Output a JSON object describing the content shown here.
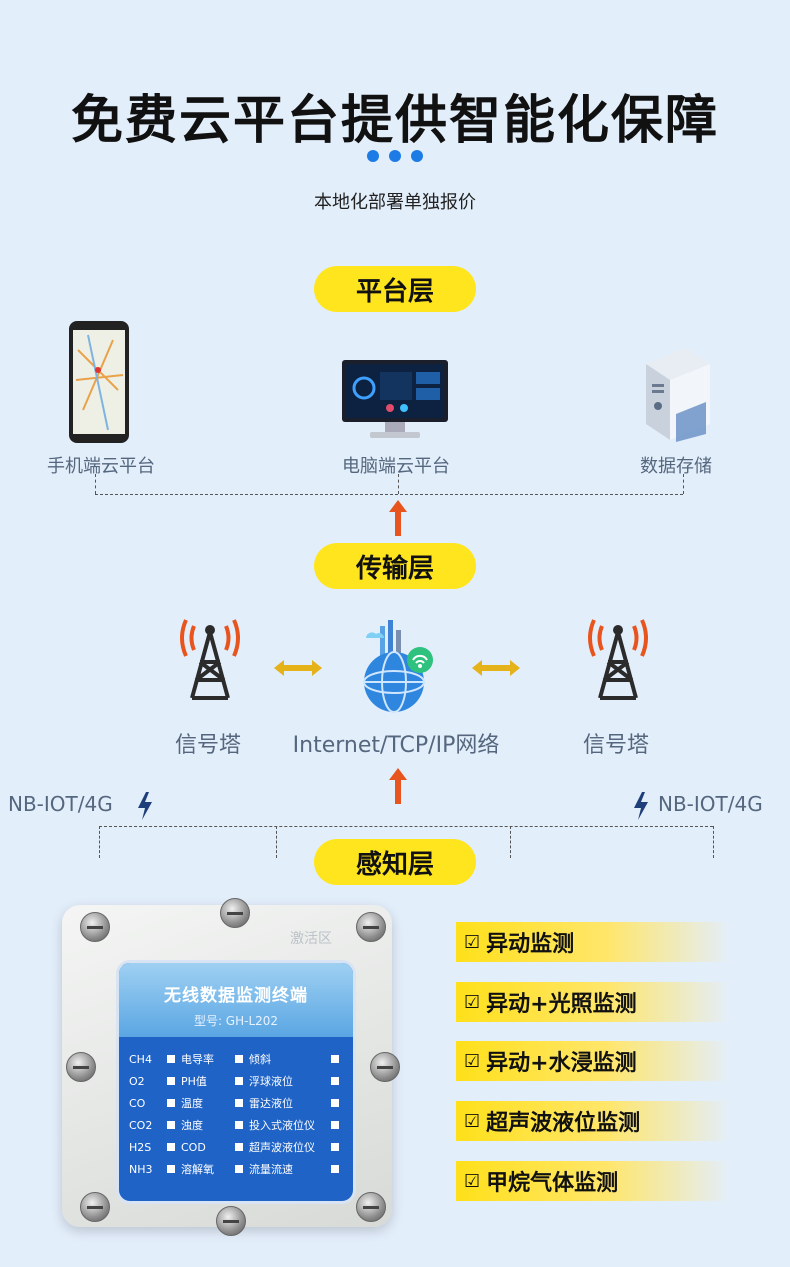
{
  "title": "免费云平台提供智能化保障",
  "subtitle": "本地化部署单独报价",
  "layers": {
    "platform": "平台层",
    "transport": "传输层",
    "sensing": "感知层"
  },
  "platform_items": [
    "手机端云平台",
    "电脑端云平台",
    "数据存储"
  ],
  "transport_items": {
    "tower_left": "信号塔",
    "network": "Internet/TCP/IP网络",
    "tower_right": "信号塔"
  },
  "links": {
    "left": "NB-IOT/4G",
    "right": "NB-IOT/4G"
  },
  "device": {
    "corner_label": "激活区",
    "title": "无线数据监测终端",
    "model": "型号: GH-L202",
    "rows": [
      [
        "CH4",
        "电导率",
        "倾斜"
      ],
      [
        "O2",
        "PH值",
        "浮球液位"
      ],
      [
        "CO",
        "温度",
        "雷达液位"
      ],
      [
        "CO2",
        "浊度",
        "投入式液位仪"
      ],
      [
        "H2S",
        "COD",
        "超声波液位仪"
      ],
      [
        "NH3",
        "溶解氧",
        "流量流速"
      ]
    ]
  },
  "features": [
    "异动监测",
    "异动+光照监测",
    "异动+水浸监测",
    "超声波液位监测",
    "甲烷气体监测"
  ],
  "colors": {
    "accent": "#ffe51e",
    "arrow": "#e8541d",
    "blue": "#1d7be6",
    "background": "#e3eefb"
  }
}
